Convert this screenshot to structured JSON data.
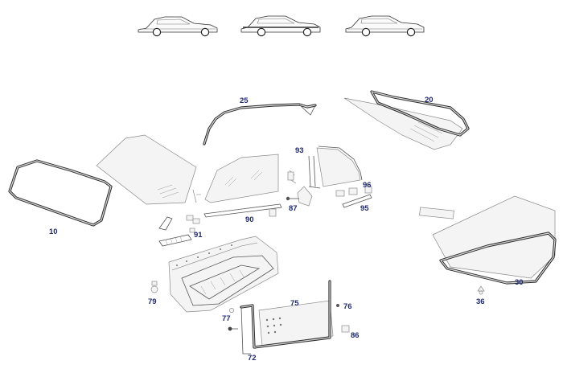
{
  "diagram": {
    "car_views": [
      "coupe-view-1",
      "coupe-view-2",
      "coupe-view-3"
    ],
    "parts": [
      {
        "id": "25",
        "label": "25",
        "name": "roof-rail-seal"
      },
      {
        "id": "20",
        "label": "20",
        "name": "rear-window-seal"
      },
      {
        "id": "93",
        "label": "93",
        "name": "quarter-window-channel"
      },
      {
        "id": "96",
        "label": "96",
        "name": "quarter-window-bracket"
      },
      {
        "id": "95",
        "label": "95",
        "name": "quarter-window-strip"
      },
      {
        "id": "87",
        "label": "87",
        "name": "screw"
      },
      {
        "id": "90",
        "label": "90",
        "name": "door-window-strip"
      },
      {
        "id": "91",
        "label": "91",
        "name": "window-clip"
      },
      {
        "id": "10",
        "label": "10",
        "name": "windshield-seal"
      },
      {
        "id": "30",
        "label": "30",
        "name": "trunk-lid-seal"
      },
      {
        "id": "36",
        "label": "36",
        "name": "trunk-seal-clip"
      },
      {
        "id": "75",
        "label": "75",
        "name": "door-sheet"
      },
      {
        "id": "76",
        "label": "76",
        "name": "door-clip"
      },
      {
        "id": "77",
        "label": "77",
        "name": "door-fastener"
      },
      {
        "id": "79",
        "label": "79",
        "name": "door-plug"
      },
      {
        "id": "86",
        "label": "86",
        "name": "door-grommet"
      },
      {
        "id": "72",
        "label": "72",
        "name": "door-seal"
      }
    ]
  }
}
